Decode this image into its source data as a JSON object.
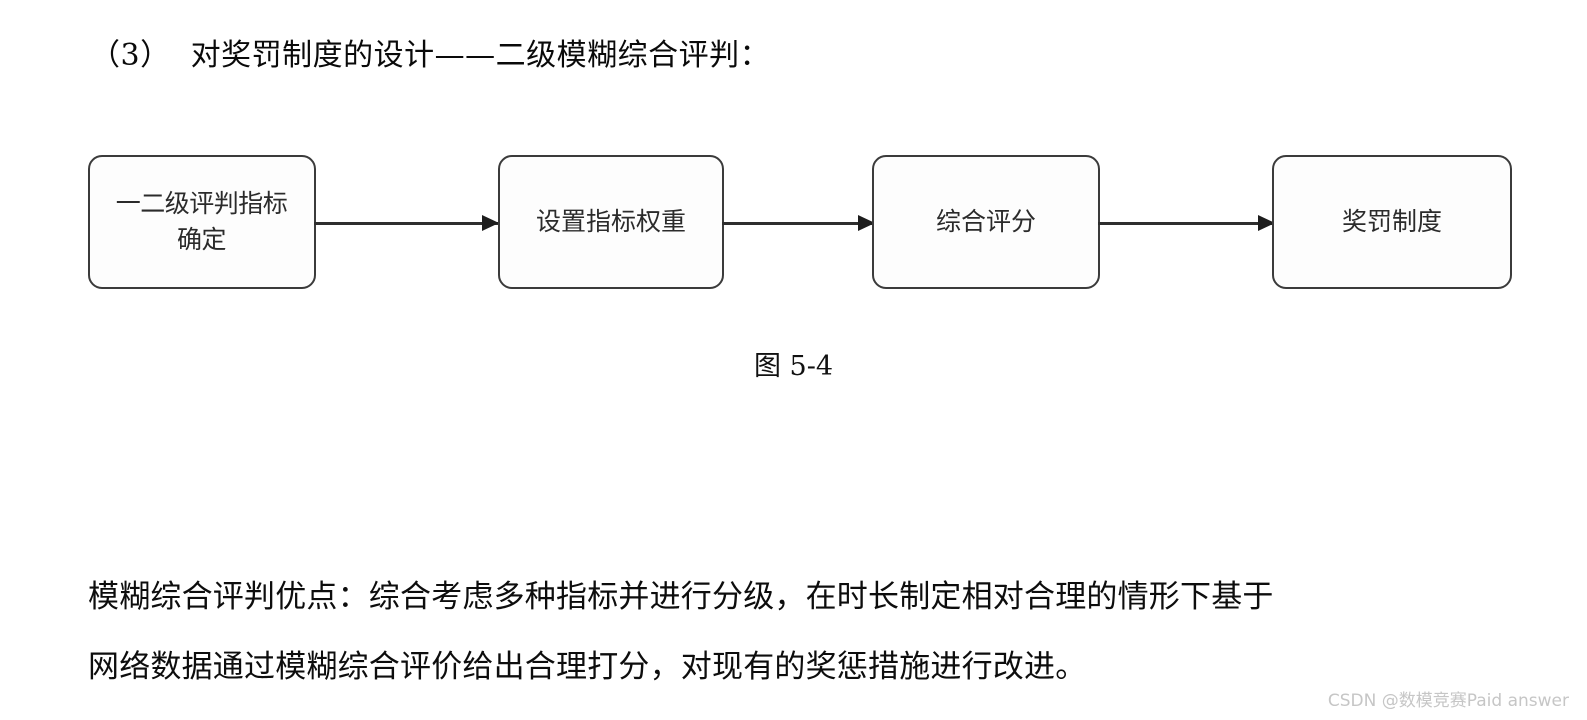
{
  "page": {
    "background_color": "#ffffff",
    "text_color": "#0d0d0d"
  },
  "heading": {
    "text": "（3）  对奖罚制度的设计——二级模糊综合评判："
  },
  "flowchart": {
    "border_color": "#3b3b3b",
    "fill_color": "#fdfdfd",
    "arrow_color": "#2e2e2e",
    "nodes": [
      {
        "id": "node-1",
        "label": "一二级评判指标\n确定"
      },
      {
        "id": "node-2",
        "label": "设置指标权重"
      },
      {
        "id": "node-3",
        "label": "综合评分"
      },
      {
        "id": "node-4",
        "label": "奖罚制度"
      }
    ],
    "connectors": [
      {
        "id": "conn-1",
        "from": "node-1",
        "to": "node-2"
      },
      {
        "id": "conn-2",
        "from": "node-2",
        "to": "node-3"
      },
      {
        "id": "conn-3",
        "from": "node-3",
        "to": "node-4"
      }
    ]
  },
  "figure_caption": {
    "text": "图 5-4"
  },
  "body_paragraph": {
    "line_1": "模糊综合评判优点：综合考虑多种指标并进行分级，在时长制定相对合理的情形下基于",
    "line_2": "网络数据通过模糊综合评价给出合理打分，对现有的奖惩措施进行改进。"
  },
  "watermark": {
    "text": "CSDN @数模竞赛Paid answer",
    "color": "#c6c6c6"
  }
}
